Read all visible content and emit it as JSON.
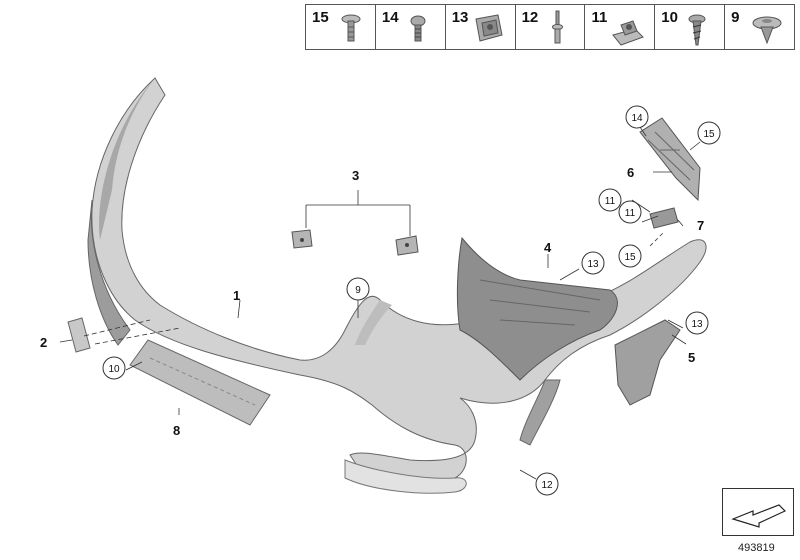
{
  "legend": {
    "items": [
      {
        "num": "15",
        "icon": "bolt-icon"
      },
      {
        "num": "14",
        "icon": "screw-icon"
      },
      {
        "num": "13",
        "icon": "clip-nut-icon"
      },
      {
        "num": "12",
        "icon": "rivet-icon"
      },
      {
        "num": "11",
        "icon": "spring-nut-icon"
      },
      {
        "num": "10",
        "icon": "self-tapping-screw-icon"
      },
      {
        "num": "9",
        "icon": "expanding-rivet-icon"
      }
    ]
  },
  "callouts": {
    "c1": "1",
    "c2": "2",
    "c3": "3",
    "c4": "4",
    "c5": "5",
    "c6": "6",
    "c7": "7",
    "c8": "8",
    "circ9": "9",
    "circ10": "10",
    "circ11a": "11",
    "circ11b": "11",
    "circ12": "12",
    "circ13a": "13",
    "circ13b": "13",
    "circ14": "14",
    "circ15a": "15",
    "circ15b": "15"
  },
  "figure_number": "493819",
  "colors": {
    "part_fill": "#d4d4d4",
    "part_shade": "#a9a9a9",
    "outline": "#555555"
  }
}
